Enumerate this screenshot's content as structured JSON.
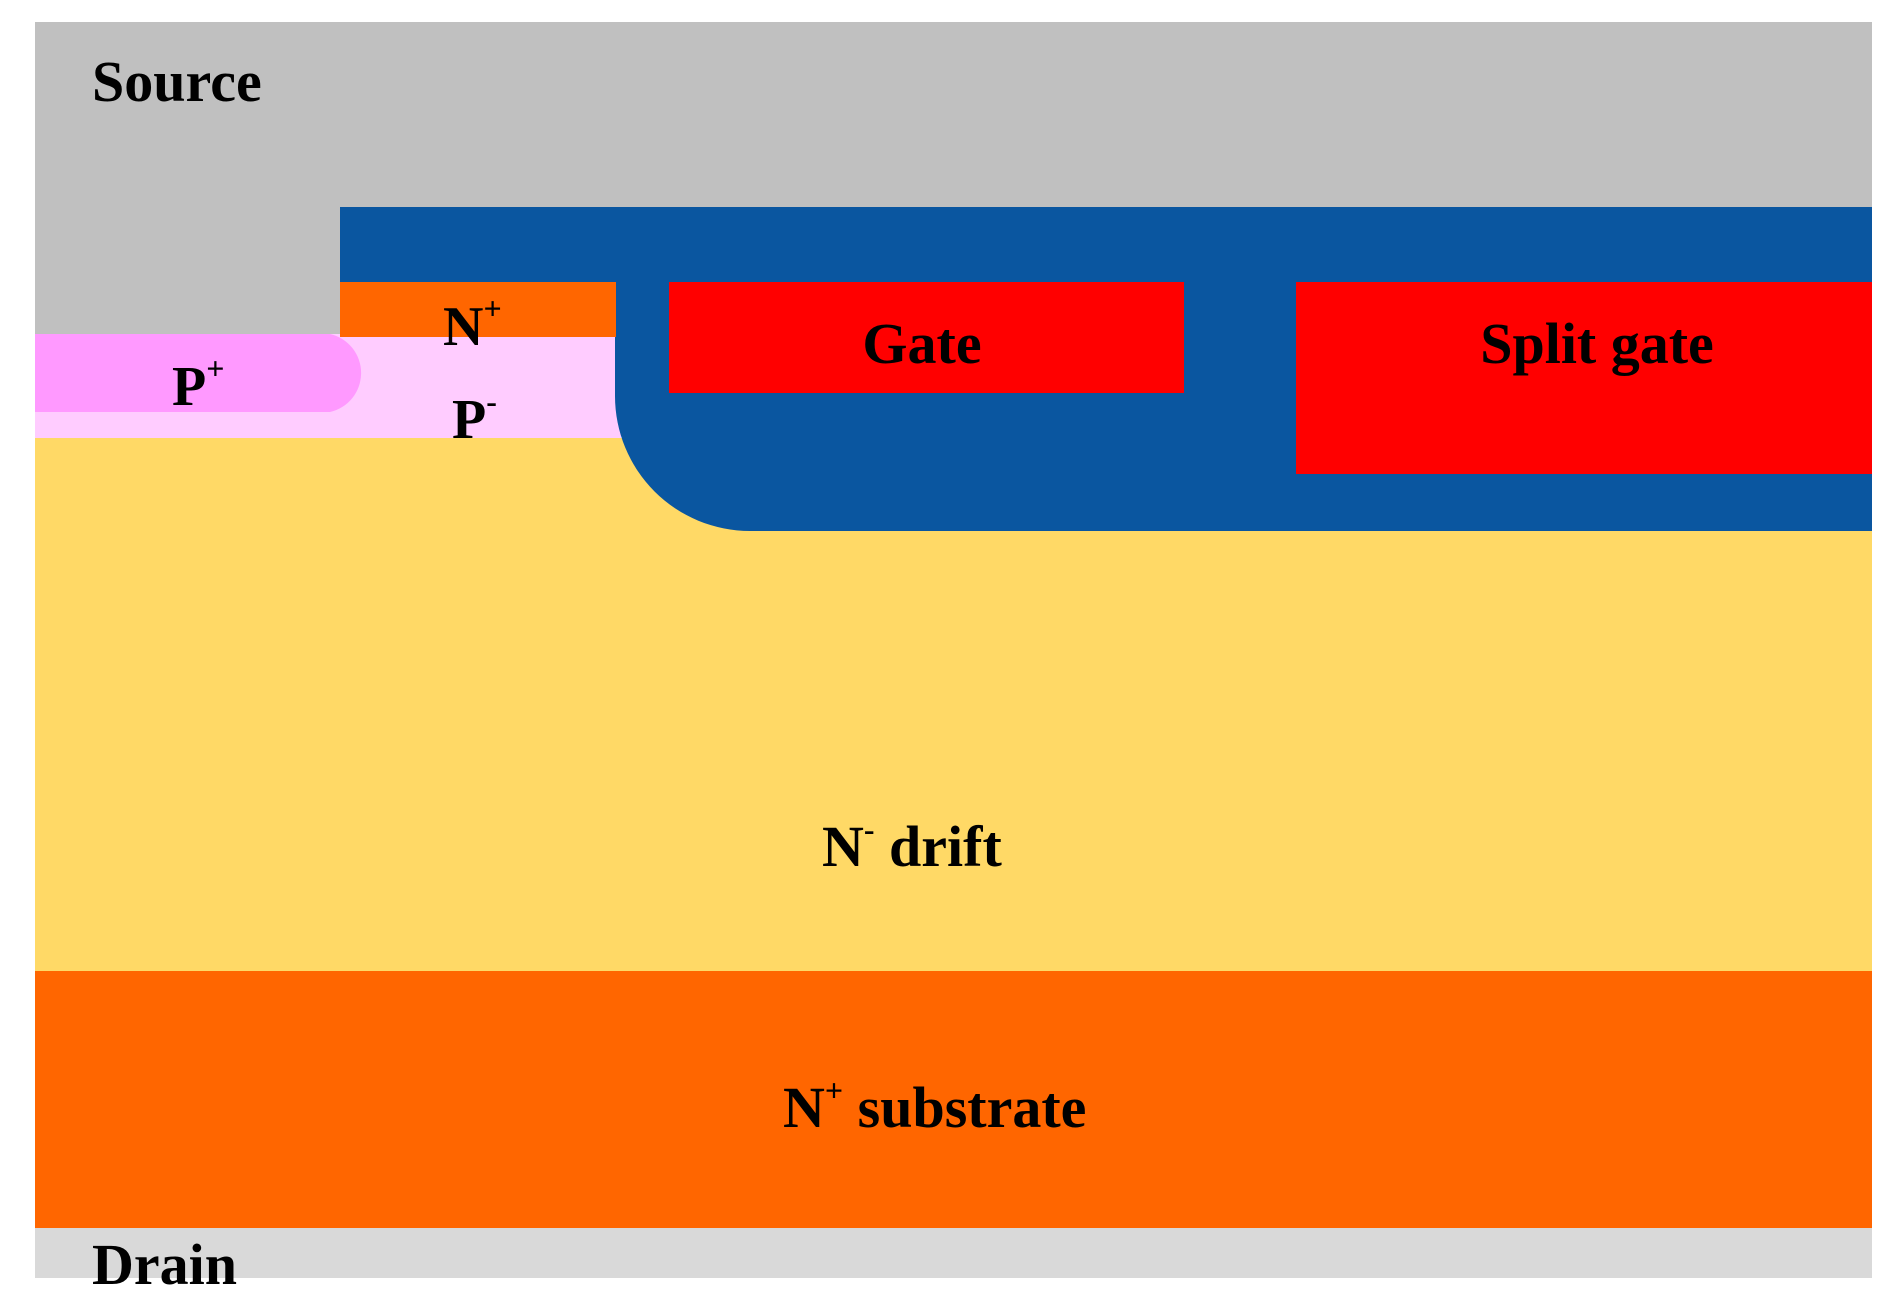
{
  "diagram": {
    "labels": {
      "source": "Source",
      "drain": "Drain",
      "gate": "Gate",
      "split_gate": "Split gate",
      "n_plus": {
        "base": "N",
        "sup": "+"
      },
      "p_plus": {
        "base": "P",
        "sup": "+"
      },
      "p_minus": {
        "base": "P",
        "sup": "-"
      },
      "n_drift": {
        "base": "N",
        "sup": "-",
        "rest": " drift"
      },
      "n_substrate": {
        "base": "N",
        "sup": "+",
        "rest": " substrate"
      }
    },
    "colors": {
      "source_metal": "#c0c0c0",
      "drain_metal": "#d9d9d9",
      "oxide": "#0a56a0",
      "gate_poly": "#ff0000",
      "n_plus": "#ff6600",
      "p_plus": "#ff99ff",
      "p_minus": "#ffccff",
      "n_drift": "#ffd966",
      "n_substrate": "#ff6600"
    }
  }
}
